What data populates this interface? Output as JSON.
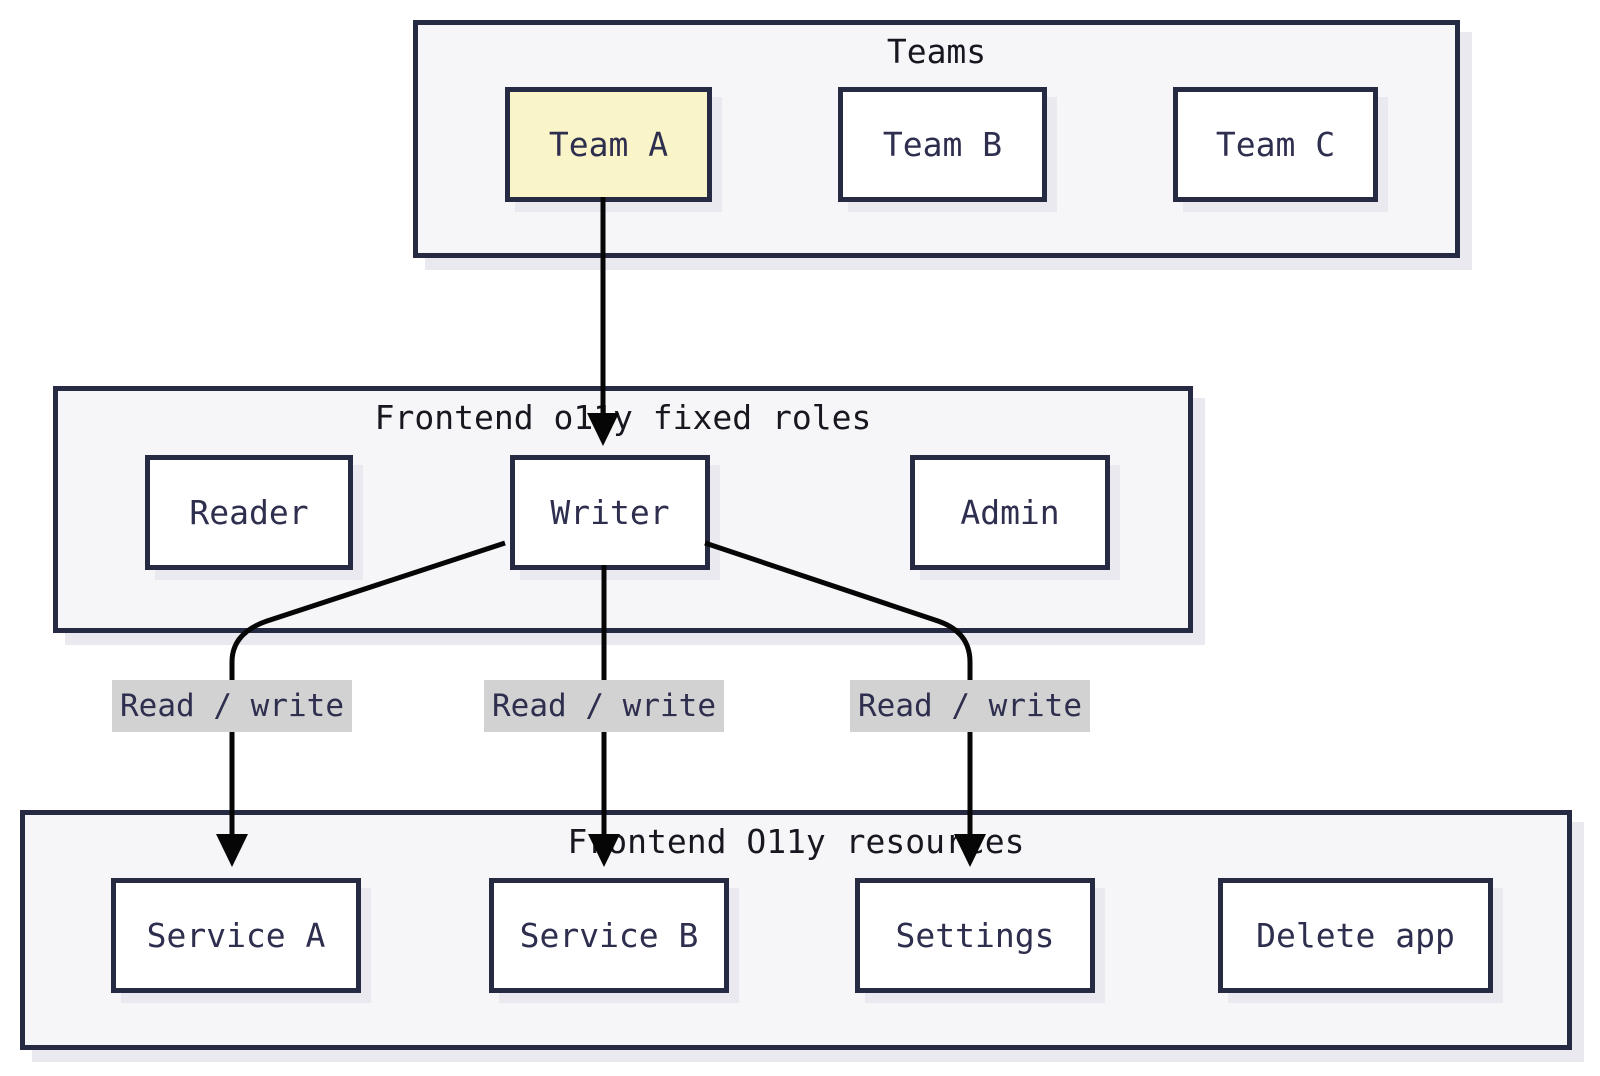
{
  "diagram": {
    "colors": {
      "background": "#ffffff",
      "container_fill": "#f6f6f9",
      "node_fill": "#ffffff",
      "border": "#262a42",
      "highlight_fill": "#faf5c8",
      "edge_label_fill": "#d2d2d2",
      "title_text": "#17171f",
      "node_text": "#2e2e4e",
      "line": "#060606",
      "shadow": "#e9e9ef"
    },
    "groups": [
      {
        "id": "teams",
        "title": "Teams",
        "nodes": [
          {
            "id": "team-a",
            "label": "Team A",
            "highlighted": true
          },
          {
            "id": "team-b",
            "label": "Team B",
            "highlighted": false
          },
          {
            "id": "team-c",
            "label": "Team C",
            "highlighted": false
          }
        ]
      },
      {
        "id": "roles",
        "title": "Frontend o11y fixed roles",
        "nodes": [
          {
            "id": "reader",
            "label": "Reader",
            "highlighted": false
          },
          {
            "id": "writer",
            "label": "Writer",
            "highlighted": false
          },
          {
            "id": "admin",
            "label": "Admin",
            "highlighted": false
          }
        ]
      },
      {
        "id": "resources",
        "title": "Frontend O11y resources",
        "nodes": [
          {
            "id": "service-a",
            "label": "Service A",
            "highlighted": false
          },
          {
            "id": "service-b",
            "label": "Service B",
            "highlighted": false
          },
          {
            "id": "settings",
            "label": "Settings",
            "highlighted": false
          },
          {
            "id": "delete-app",
            "label": "Delete app",
            "highlighted": false
          }
        ]
      }
    ],
    "edges": [
      {
        "from": "team-a",
        "to": "writer",
        "label": ""
      },
      {
        "from": "writer",
        "to": "service-a",
        "label": "Read / write"
      },
      {
        "from": "writer",
        "to": "service-b",
        "label": "Read / write"
      },
      {
        "from": "writer",
        "to": "settings",
        "label": "Read / write"
      }
    ]
  }
}
